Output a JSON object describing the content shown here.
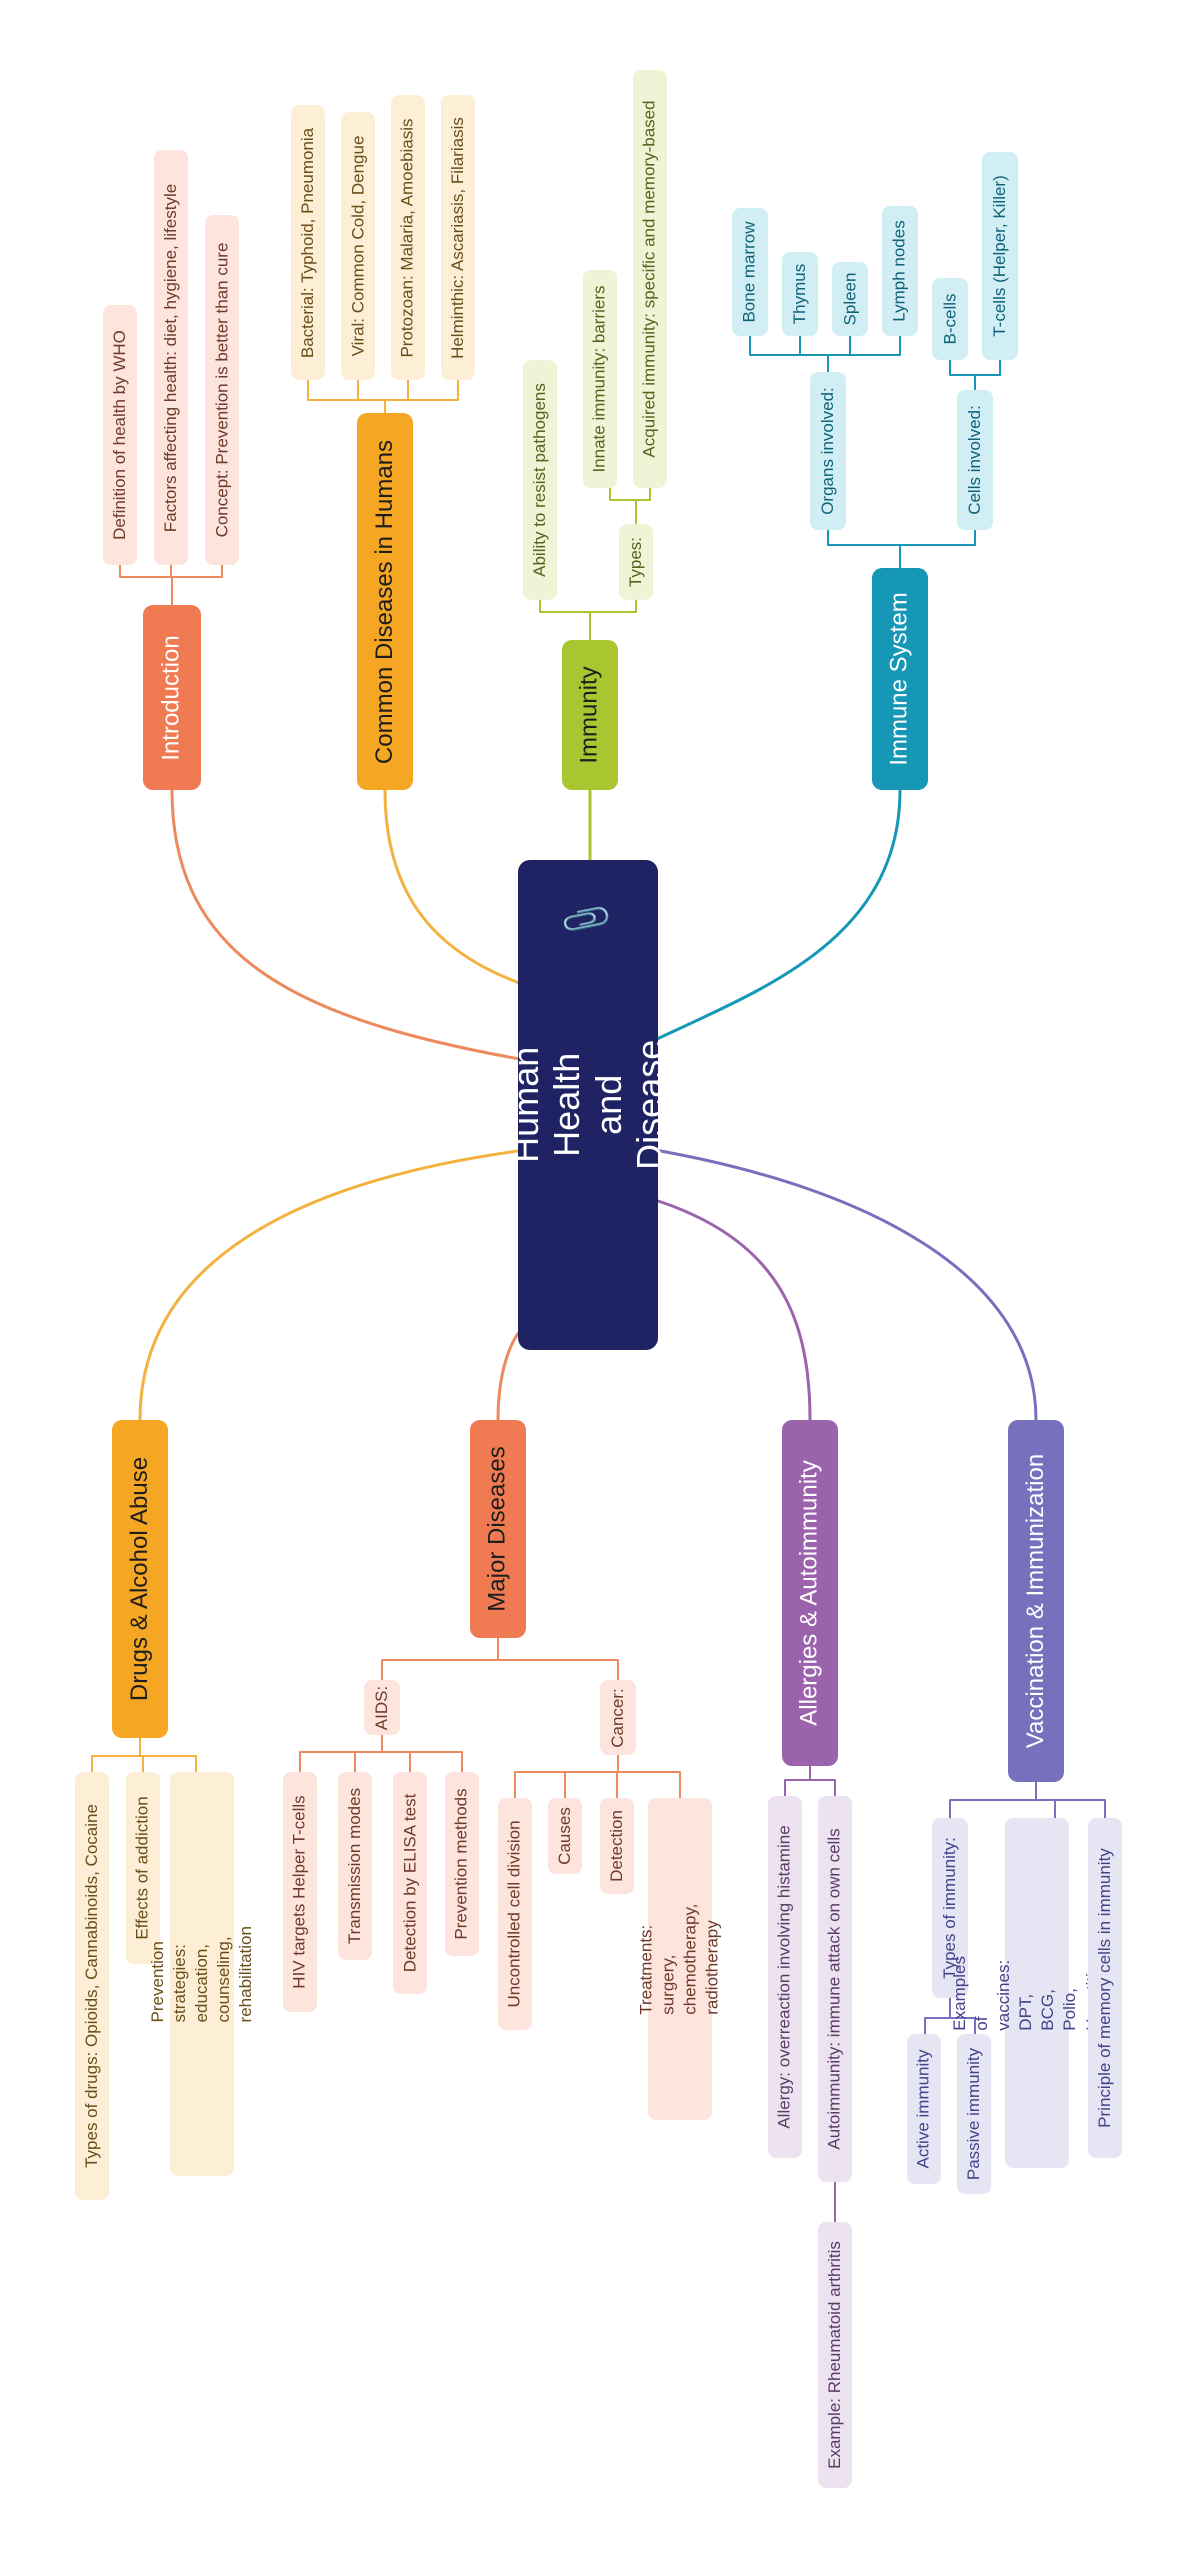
{
  "center": {
    "title": "Human Health and Disease",
    "clip_icon": "paperclip-icon"
  },
  "colors": {
    "center": "#1f2263",
    "introduction": "#f07a52",
    "introduction_bg": "#fde4dc",
    "introduction_text": "#6e3a2b",
    "common_diseases": "#f5a623",
    "common_diseases_bg": "#fdefd6",
    "common_diseases_text": "#6a4e1a",
    "immunity": "#a9c52f",
    "immunity_bg": "#eef4d6",
    "immunity_text": "#56621c",
    "immune_system": "#1597b5",
    "immune_system_bg": "#d1eef4",
    "immune_system_text": "#0f6278",
    "drugs": "#f5a623",
    "drugs_bg": "#fdefd6",
    "drugs_text": "#6a4e1a",
    "major_diseases": "#f07a52",
    "major_diseases_bg": "#fde4dc",
    "major_diseases_text": "#6e3a2b",
    "allergies": "#9c63ad",
    "allergies_bg": "#ece2f0",
    "allergies_text": "#5b3c66",
    "vaccination": "#7670bd",
    "vaccination_bg": "#e6e5f4",
    "vaccination_text": "#46428a"
  },
  "branches": {
    "introduction": {
      "label": "Introduction",
      "items": [
        "Definition of health by WHO",
        "Factors affecting health: diet, hygiene, lifestyle",
        "Concept: Prevention is better than cure"
      ]
    },
    "common_diseases": {
      "label": "Common Diseases in Humans",
      "items": [
        "Bacterial: Typhoid, Pneumonia",
        "Viral: Common Cold, Dengue",
        "Protozoan: Malaria, Amoebiasis",
        "Helminthic: Ascariasis, Filariasis"
      ]
    },
    "immunity": {
      "label": "Immunity",
      "items": [
        "Ability to resist pathogens",
        "Types:"
      ],
      "types": [
        "Innate immunity: barriers",
        "Acquired immunity: specific and memory-based"
      ]
    },
    "immune_system": {
      "label": "Immune System",
      "organs_label": "Organs involved:",
      "organs": [
        "Bone marrow",
        "Thymus",
        "Spleen",
        "Lymph nodes"
      ],
      "cells_label": "Cells involved:",
      "cells": [
        "B-cells",
        "T-cells (Helper, Killer)"
      ]
    },
    "drugs": {
      "label": "Drugs & Alcohol Abuse",
      "items": [
        "Types of drugs: Opioids, Cannabinoids, Cocaine",
        "Effects of addiction",
        "Prevention strategies: education, counseling, rehabilitation"
      ]
    },
    "major_diseases": {
      "label": "Major Diseases",
      "aids_label": "AIDS:",
      "aids": [
        "HIV targets Helper T-cells",
        "Transmission modes",
        "Detection by ELISA test",
        "Prevention methods"
      ],
      "cancer_label": "Cancer:",
      "cancer": [
        "Uncontrolled cell division",
        "Causes",
        "Detection",
        "Treatments: surgery, chemotherapy, radiotherapy"
      ]
    },
    "allergies": {
      "label": "Allergies & Autoimmunity",
      "items": [
        "Allergy: overreaction involving histamine",
        "Autoimmunity: immune attack on own cells"
      ],
      "example": "Example: Rheumatoid arthritis"
    },
    "vaccination": {
      "label": "Vaccination & Immunization",
      "types_label": "Types of immunity:",
      "types": [
        "Active immunity",
        "Passive immunity"
      ],
      "items": [
        "Examples of vaccines: DPT, BCG, Polio, Hepatitis B",
        "Principle of memory cells in immunity"
      ]
    }
  }
}
